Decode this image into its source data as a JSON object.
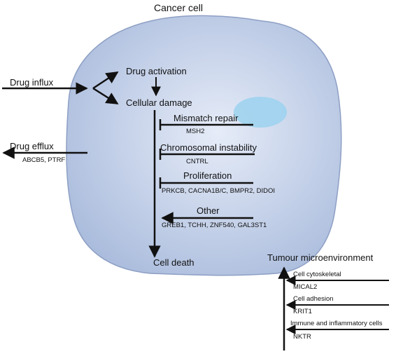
{
  "title": "Cancer cell",
  "left": {
    "drug_influx": "Drug influx",
    "drug_efflux": "Drug efflux",
    "efflux_genes": "ABCB5, PTRF"
  },
  "pathway": {
    "drug_activation": "Drug activation",
    "cellular_damage": "Cellular damage",
    "cell_death": "Cell death"
  },
  "mechanisms": [
    {
      "label": "Mismatch repair",
      "genes": "MSH2"
    },
    {
      "label": "Chromosomal instability",
      "genes": "CNTRL"
    },
    {
      "label": "Proliferation",
      "genes": "PRKCB, CACNA1B/C, BMPR2, DIDOI"
    },
    {
      "label": "Other",
      "genes": "GREB1, TCHH, ZNF540, GAL3ST1"
    }
  ],
  "microenvironment": {
    "title": "Tumour microenvironment",
    "items": [
      {
        "label": "Cell cytoskeletal",
        "genes": "MICAL2"
      },
      {
        "label": "Cell adhesion",
        "genes": "KRIT1"
      },
      {
        "label": "Immune and inflammatory cells",
        "genes": "NKTR"
      }
    ]
  },
  "colors": {
    "cell_fill_center": "#e6ecf8",
    "cell_fill_edge": "#a9bbdc",
    "cell_outline": "#8d9fc4",
    "nucleus": "#9fd3ee",
    "line": "#111111"
  }
}
